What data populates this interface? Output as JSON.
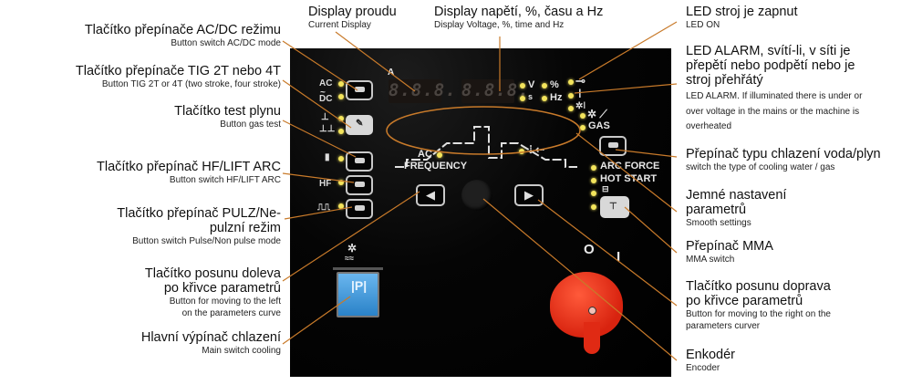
{
  "labels": {
    "acdc": {
      "cz": "Tlačítko přepínače AC/DC režimu",
      "en": "Button switch AC/DC mode"
    },
    "tig": {
      "cz": "Tlačítko přepínače TIG 2T nebo 4T",
      "en": "Button TIG 2T or 4T (two stroke, four stroke)"
    },
    "gas_test": {
      "cz": "Tlačítko test plynu",
      "en": "Button gas test"
    },
    "hf_lift": {
      "cz": "Tlačítko přepínač HF/LIFT ARC",
      "en": "Button switch HF/LIFT ARC"
    },
    "pulse": {
      "cz1": "Tlačítko přepínač PULZ/Ne-",
      "cz2": "pulzní režim",
      "en": "Button switch Pulse/Non pulse mode"
    },
    "left": {
      "cz1": "Tlačítko posunu doleva",
      "cz2": "po křivce parametrů",
      "en1": "Button for moving to the left",
      "en2": "on the parameters curve"
    },
    "cooling_main": {
      "cz": "Hlavní výpínač chlazení",
      "en": "Main switch cooling"
    },
    "current_display": {
      "cz": "Display proudu",
      "en": "Current Display"
    },
    "voltage_display": {
      "cz": "Display napětí, %, času a Hz",
      "en": "Display Voltage, %, time and Hz"
    },
    "led_on": {
      "cz": "LED stroj je zapnut",
      "en": "LED ON"
    },
    "led_alarm": {
      "cz1": "LED ALARM, svítí-li, v síti je",
      "cz2": "přepětí nebo podpětí nebo je",
      "cz3": "stroj přehřátý",
      "en1": "LED ALARM. If illuminated there is under or",
      "en2": "over voltage in the mains or the machine is",
      "en3": "overheated"
    },
    "cooling_type": {
      "cz": "Přepínač typu chlazení voda/plyn",
      "en": "switch the type of cooling water / gas"
    },
    "smooth": {
      "cz1": "Jemné nastavení",
      "cz2": "parametrů",
      "en": "Smooth settings"
    },
    "mma": {
      "cz": "Přepínač MMA",
      "en": "MMA switch"
    },
    "right": {
      "cz1": "Tlačítko posunu doprava",
      "cz2": "po křivce parametrů",
      "en1": "Button for moving to the right on the",
      "en2": "parameters curver"
    },
    "encoder": {
      "cz": "Enkodér",
      "en": "Encoder"
    }
  },
  "panel": {
    "amp_unit": "A",
    "display1": "8.8.8.",
    "display2": "8.8.8.",
    "units": {
      "v": "V",
      "pct": "%",
      "s": "s",
      "hz": "Hz"
    },
    "ac_label": "AC",
    "dc_label": "DC",
    "hf_label": "HF",
    "pulse_symbol": "⎍⎍",
    "ac_frequency_1": "AC",
    "ac_frequency_2": "FREQUENCY",
    "gas_label": "GAS",
    "arc_force": "ARC FORCE",
    "hot_start": "HOT START",
    "switch_off": "O",
    "switch_on": "I",
    "left_arrow": "◀",
    "right_arrow": "▶"
  },
  "colors": {
    "leader": "#c87a2a",
    "led": "#f3e45c",
    "switch": "#e8321c",
    "cooling_switch": "#3a9ee0"
  }
}
